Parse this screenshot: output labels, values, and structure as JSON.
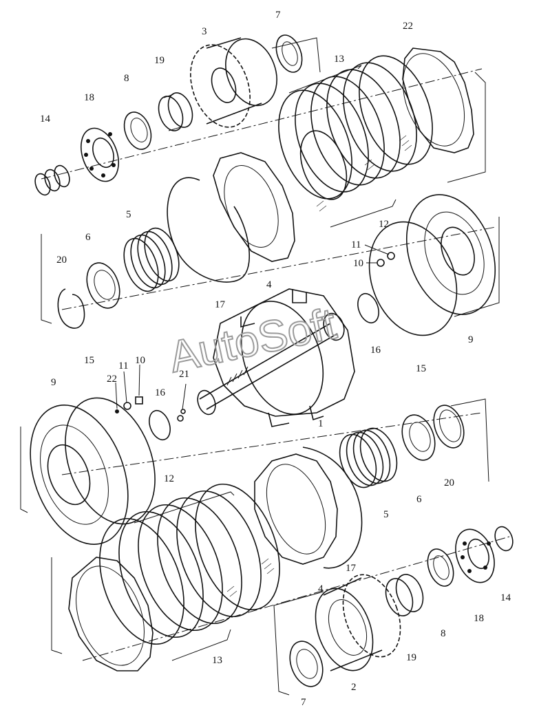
{
  "watermark": "AutoSoft",
  "labels": {
    "top": [
      {
        "id": "7",
        "text": "7"
      },
      {
        "id": "3",
        "text": "3"
      },
      {
        "id": "19",
        "text": "19"
      },
      {
        "id": "8",
        "text": "8"
      },
      {
        "id": "18",
        "text": "18"
      },
      {
        "id": "14",
        "text": "14"
      },
      {
        "id": "22",
        "text": "22"
      },
      {
        "id": "13",
        "text": "13"
      },
      {
        "id": "12",
        "text": "12"
      },
      {
        "id": "11",
        "text": "11"
      },
      {
        "id": "10",
        "text": "10"
      },
      {
        "id": "9",
        "text": "9"
      },
      {
        "id": "16",
        "text": "16"
      },
      {
        "id": "15",
        "text": "15"
      },
      {
        "id": "5",
        "text": "5"
      },
      {
        "id": "6",
        "text": "6"
      },
      {
        "id": "20",
        "text": "20"
      },
      {
        "id": "17",
        "text": "17"
      },
      {
        "id": "4",
        "text": "4"
      },
      {
        "id": "1",
        "text": "1"
      }
    ],
    "bottom": [
      {
        "id": "15",
        "text": "15"
      },
      {
        "id": "11",
        "text": "11"
      },
      {
        "id": "10",
        "text": "10"
      },
      {
        "id": "22",
        "text": "22"
      },
      {
        "id": "9",
        "text": "9"
      },
      {
        "id": "16",
        "text": "16"
      },
      {
        "id": "21",
        "text": "21"
      },
      {
        "id": "12",
        "text": "12"
      },
      {
        "id": "5",
        "text": "5"
      },
      {
        "id": "6",
        "text": "6"
      },
      {
        "id": "20",
        "text": "20"
      },
      {
        "id": "17",
        "text": "17"
      },
      {
        "id": "4",
        "text": "4"
      },
      {
        "id": "13",
        "text": "13"
      },
      {
        "id": "2",
        "text": "2"
      },
      {
        "id": "19",
        "text": "19"
      },
      {
        "id": "8",
        "text": "8"
      },
      {
        "id": "18",
        "text": "18"
      },
      {
        "id": "14",
        "text": "14"
      },
      {
        "id": "7",
        "text": "7"
      }
    ]
  }
}
